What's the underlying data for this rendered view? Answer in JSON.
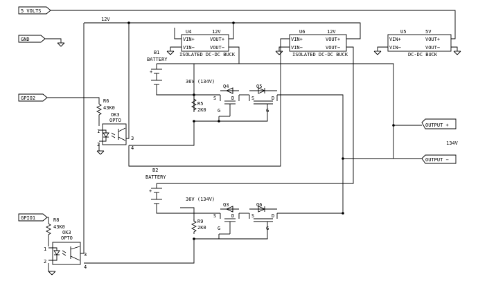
{
  "ports": {
    "five_volts": "5 VOLTS",
    "gnd": "GND",
    "gpio2": "GPIO2",
    "gpio1": "GPIO1",
    "out_plus": "OUTPUT +",
    "out_minus": "OUTPUT −"
  },
  "rail_12v": "12V",
  "output_voltage": "134V",
  "converters": {
    "u4": {
      "ref": "U4",
      "rating": "12V",
      "pin1": "VIN+",
      "pin2": "VIN−",
      "pin3": "VOUT+",
      "pin4": "VOUT−",
      "desc": "ISOLATED DC-DC BUCK"
    },
    "u6": {
      "ref": "U6",
      "rating": "12V",
      "pin1": "VIN+",
      "pin2": "VIN−",
      "pin3": "VOUT+",
      "pin4": "VOUT−",
      "desc": "ISOLATED DC-DC BUCK"
    },
    "u5": {
      "ref": "U5",
      "rating": "5V",
      "pin1": "VIN+",
      "pin2": "VIN−",
      "pin3": "VOUT+",
      "pin4": "VOUT−",
      "desc": "DC-DC BUCK"
    }
  },
  "batteries": {
    "b1": {
      "ref": "B1",
      "type": "BATTERY",
      "voltage": "36V (134V)"
    },
    "b2": {
      "ref": "B2",
      "type": "BATTERY",
      "voltage": "36V (134V)"
    }
  },
  "plus_sign": "+",
  "resistors": {
    "r6": {
      "ref": "R6",
      "value": "43K0"
    },
    "r5": {
      "ref": "R5",
      "value": "2K0"
    },
    "r8": {
      "ref": "R8",
      "value": "43K0"
    },
    "r9": {
      "ref": "R9",
      "value": "2K0"
    }
  },
  "optos": {
    "ok3_top": {
      "ref": "OK3",
      "type": "OPTO",
      "p1": "1",
      "p2": "2",
      "p3": "3",
      "p4": "4"
    },
    "ok3_bottom": {
      "ref": "OK3",
      "type": "OPTO",
      "p1": "1",
      "p2": "2",
      "p3": "3",
      "p4": "4"
    }
  },
  "mosfets": {
    "q4": {
      "ref": "Q4",
      "s": "S",
      "d": "D",
      "g": "G"
    },
    "q5": {
      "ref": "Q5",
      "s": "S",
      "d": "D",
      "g": "G"
    },
    "q3": {
      "ref": "Q3",
      "s": "S",
      "d": "D",
      "g": "G"
    },
    "q6": {
      "ref": "Q6",
      "s": "S",
      "d": "D",
      "g": "G"
    }
  }
}
